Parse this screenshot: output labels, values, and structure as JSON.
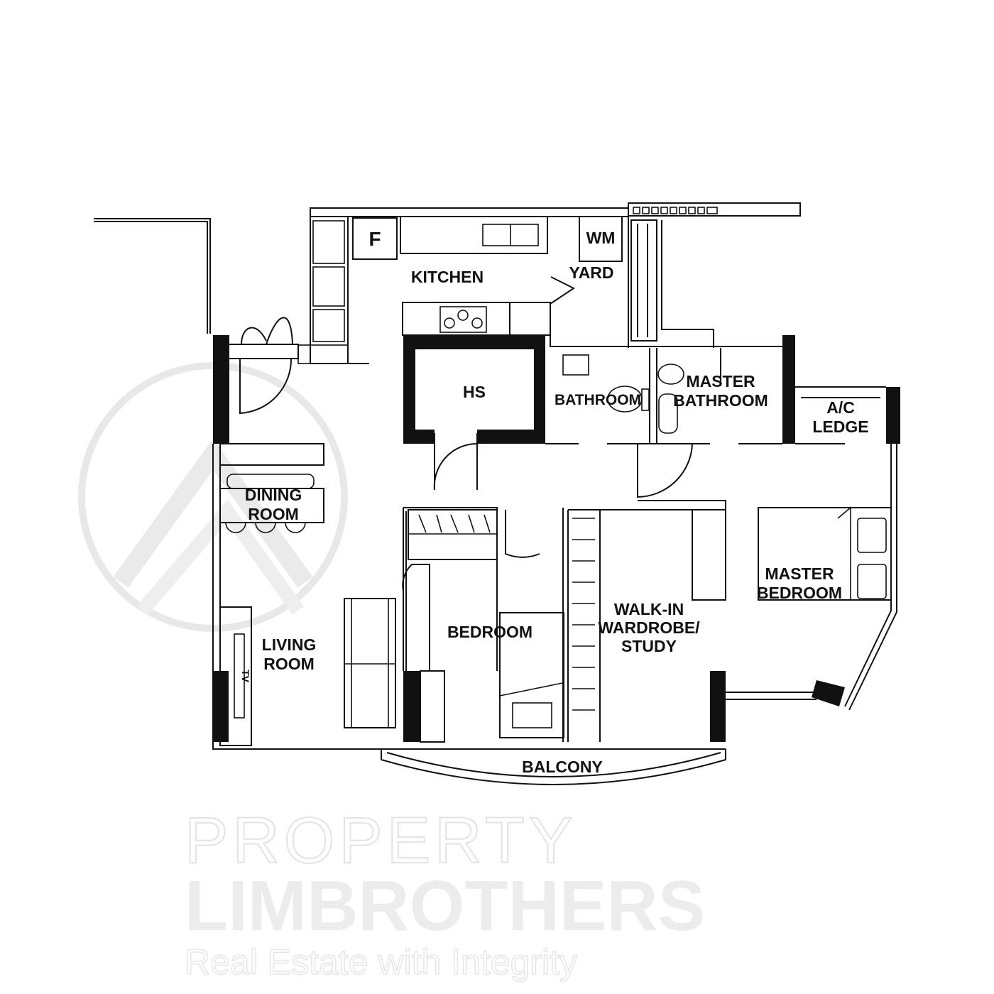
{
  "watermark": {
    "line1": "PROPERTY",
    "line2": "LIMBROTHERS",
    "tagline": "Real Estate with Integrity"
  },
  "rooms": {
    "kitchen": "KITCHEN",
    "yard": "YARD",
    "fridge": "F",
    "washing_machine": "WM",
    "household_shelter": "HS",
    "bathroom": "BATHROOM",
    "master_bathroom": [
      "MASTER",
      "BATHROOM"
    ],
    "ac_ledge": [
      "A/C",
      "LEDGE"
    ],
    "dining_room": [
      "DINING",
      "ROOM"
    ],
    "living_room": [
      "LIVING",
      "ROOM"
    ],
    "tv": "TV",
    "bedroom": "BEDROOM",
    "walk_in": [
      "WALK-IN",
      "WARDROBE/",
      "STUDY"
    ],
    "master_bedroom": [
      "MASTER",
      "BEDROOM"
    ],
    "balcony": "BALCONY"
  },
  "colors": {
    "wall": "#111111",
    "watermark": "#e6e6e6"
  }
}
